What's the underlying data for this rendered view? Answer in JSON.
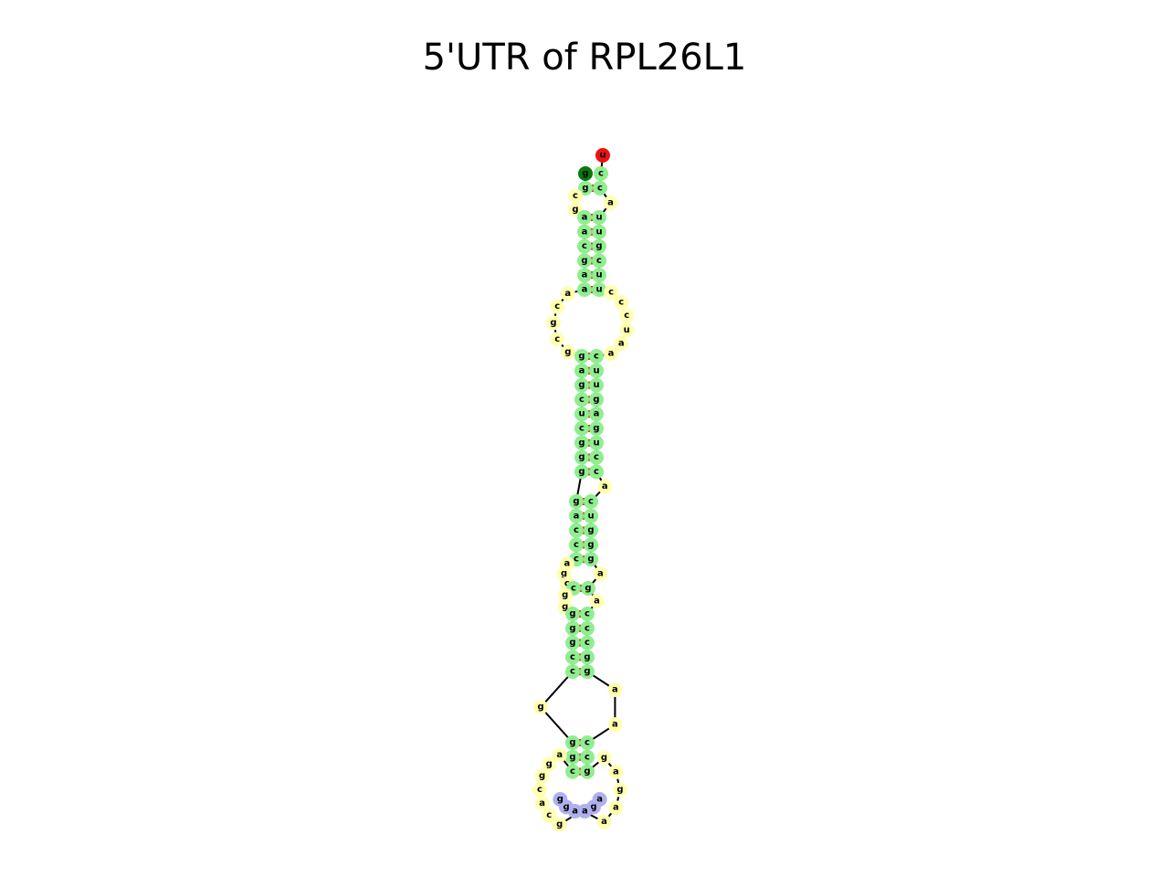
{
  "title": "5'UTR of RPL26L1",
  "colors": {
    "stem": "#90ee90",
    "loop": "#ffffb0",
    "hairpin": "#b0b0ee",
    "five_prime": "#0a7a0a",
    "three_prime": "#ee1111",
    "pair_mark": "#dd1111",
    "backbone": "#000000"
  },
  "structure": {
    "five_prime_base": "g",
    "three_prime_base": "u",
    "stems": [
      {
        "left": [
          "g"
        ],
        "right": [
          "c"
        ]
      },
      {
        "left": [
          "a",
          "a",
          "c",
          "g",
          "a",
          "a"
        ],
        "right": [
          "u",
          "u",
          "g",
          "c",
          "u",
          "u"
        ]
      },
      {
        "left": [
          "g",
          "a",
          "g",
          "c",
          "u",
          "c",
          "g",
          "g",
          "g"
        ],
        "right": [
          "c",
          "u",
          "u",
          "g",
          "a",
          "g",
          "u",
          "c",
          "c"
        ]
      },
      {
        "left": [
          "g",
          "a",
          "c",
          "c",
          "c"
        ],
        "right": [
          "c",
          "u",
          "g",
          "g",
          "g"
        ]
      },
      {
        "left": [
          "c"
        ],
        "right": [
          "g"
        ]
      },
      {
        "left": [
          "g",
          "g",
          "g",
          "c",
          "c"
        ],
        "right": [
          "c",
          "c",
          "c",
          "g",
          "g"
        ]
      },
      {
        "left": [
          "g",
          "g",
          "c"
        ],
        "right": [
          "c",
          "c",
          "g"
        ]
      }
    ],
    "loops": [
      {
        "left": [
          "c",
          "g"
        ],
        "right": [
          "a"
        ]
      },
      {
        "left": [
          "a",
          "c",
          "g",
          "c",
          "g"
        ],
        "right": [
          "c",
          "c",
          "c",
          "u",
          "a",
          "a"
        ]
      },
      {
        "left": [],
        "right": [
          "a"
        ]
      },
      {
        "left": [
          "a",
          "g",
          "c"
        ],
        "right": [
          "a"
        ]
      },
      {
        "left": [
          "g",
          "g"
        ],
        "right": [
          "a"
        ]
      },
      {
        "left": [
          "g"
        ],
        "right": [
          "a",
          "a"
        ]
      },
      {
        "left": [
          "a",
          "g",
          "g",
          "c",
          "a",
          "c",
          "g"
        ],
        "right": [
          "g",
          "a",
          "g",
          "a",
          "a"
        ]
      }
    ],
    "hairpin": [
      "a",
      "g",
      "a",
      "a",
      "g",
      "g"
    ]
  }
}
